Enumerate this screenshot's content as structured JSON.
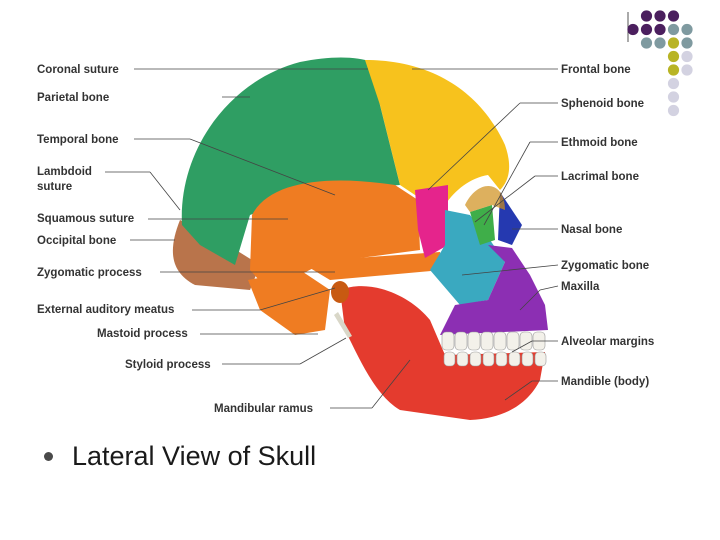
{
  "slide": {
    "caption": "Lateral View of Skull",
    "dot_colors": {
      "purple": "#4b1f5e",
      "teal": "#7f9aa0",
      "olive": "#b8b425",
      "lavender": "#d3d2e1"
    }
  },
  "diagram": {
    "bone_colors": {
      "parietal": "#2f9e63",
      "frontal": "#f7c21d",
      "temporal": "#ef7c22",
      "occipital": "#b9744b",
      "sphenoid": "#e5248c",
      "zygomatic": "#3aa9c0",
      "maxilla": "#8c2fb3",
      "nasal": "#2539b0",
      "ethmoid": "#3fae49",
      "mandible": "#e43b2e"
    },
    "left_labels": [
      "Coronal suture",
      "Parietal bone",
      "Temporal bone",
      "Lambdoid",
      "suture",
      "Squamous suture",
      "Occipital bone",
      "Zygomatic process",
      "External auditory meatus",
      "Mastoid process",
      "Styloid process",
      "Mandibular ramus"
    ],
    "right_labels": [
      "Frontal bone",
      "Sphenoid bone",
      "Ethmoid bone",
      "Lacrimal bone",
      "Nasal bone",
      "Zygomatic bone",
      "Maxilla",
      "Alveolar margins",
      "Mandible (body)"
    ]
  }
}
